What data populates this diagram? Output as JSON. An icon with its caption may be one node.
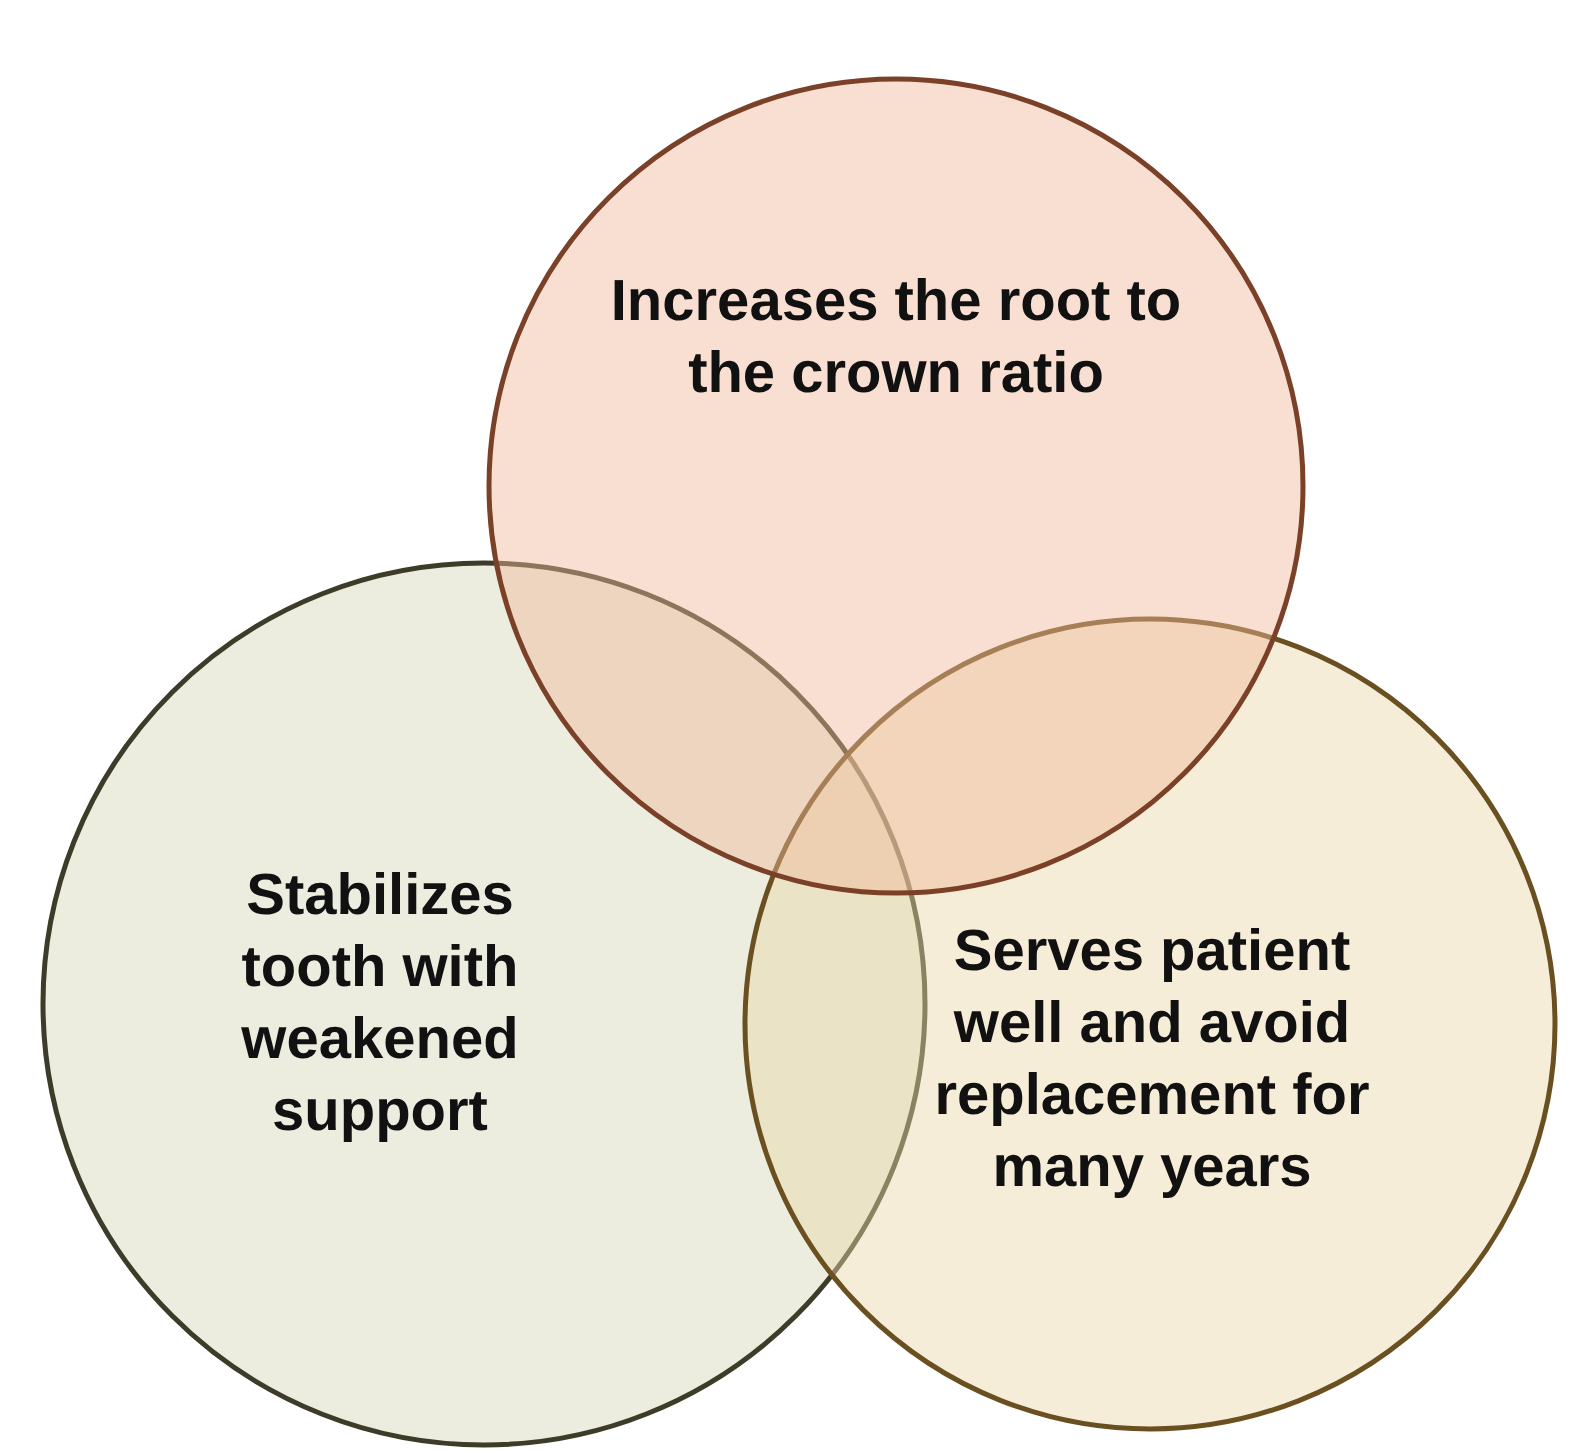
{
  "diagram": {
    "nodes": [
      {
        "text": [
          "Increases the root to the crown ratio"
        ]
      },
      {
        "text": [
          "Stabilizes tooth with weakened support"
        ]
      },
      {
        "text": [
          "Serves patient well and avoid replacement for many years"
        ]
      }
    ]
  }
}
